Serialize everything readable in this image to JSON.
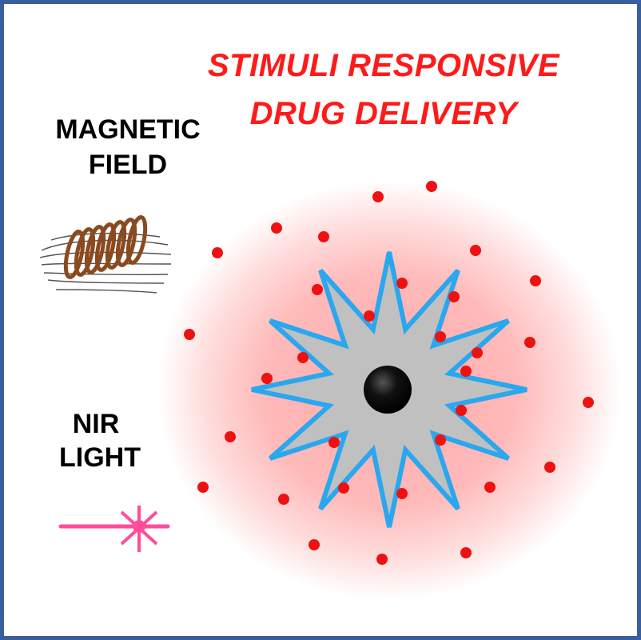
{
  "title": {
    "line1": "STIMULI RESPONSIVE",
    "line2": "DRUG DELIVERY"
  },
  "stimuli": {
    "magnetic": {
      "line1": "MAGNETIC",
      "line2": "FIELD"
    },
    "nir": {
      "line1": "NIR",
      "line2": "LIGHT"
    }
  },
  "colors": {
    "title": "#ff1a1a",
    "label": "#000000",
    "frame": "#3a5f9e",
    "glow": "#ff8c8c",
    "star_fill": "#c0c0c0",
    "star_stroke": "#29a7ef",
    "core": "#000000",
    "drug_dot": "#ee1111",
    "coil": "#8a4a1f",
    "laser": "#ff4d9a"
  },
  "icons": {
    "magnetic": "coil-icon",
    "nir": "laser-icon"
  }
}
